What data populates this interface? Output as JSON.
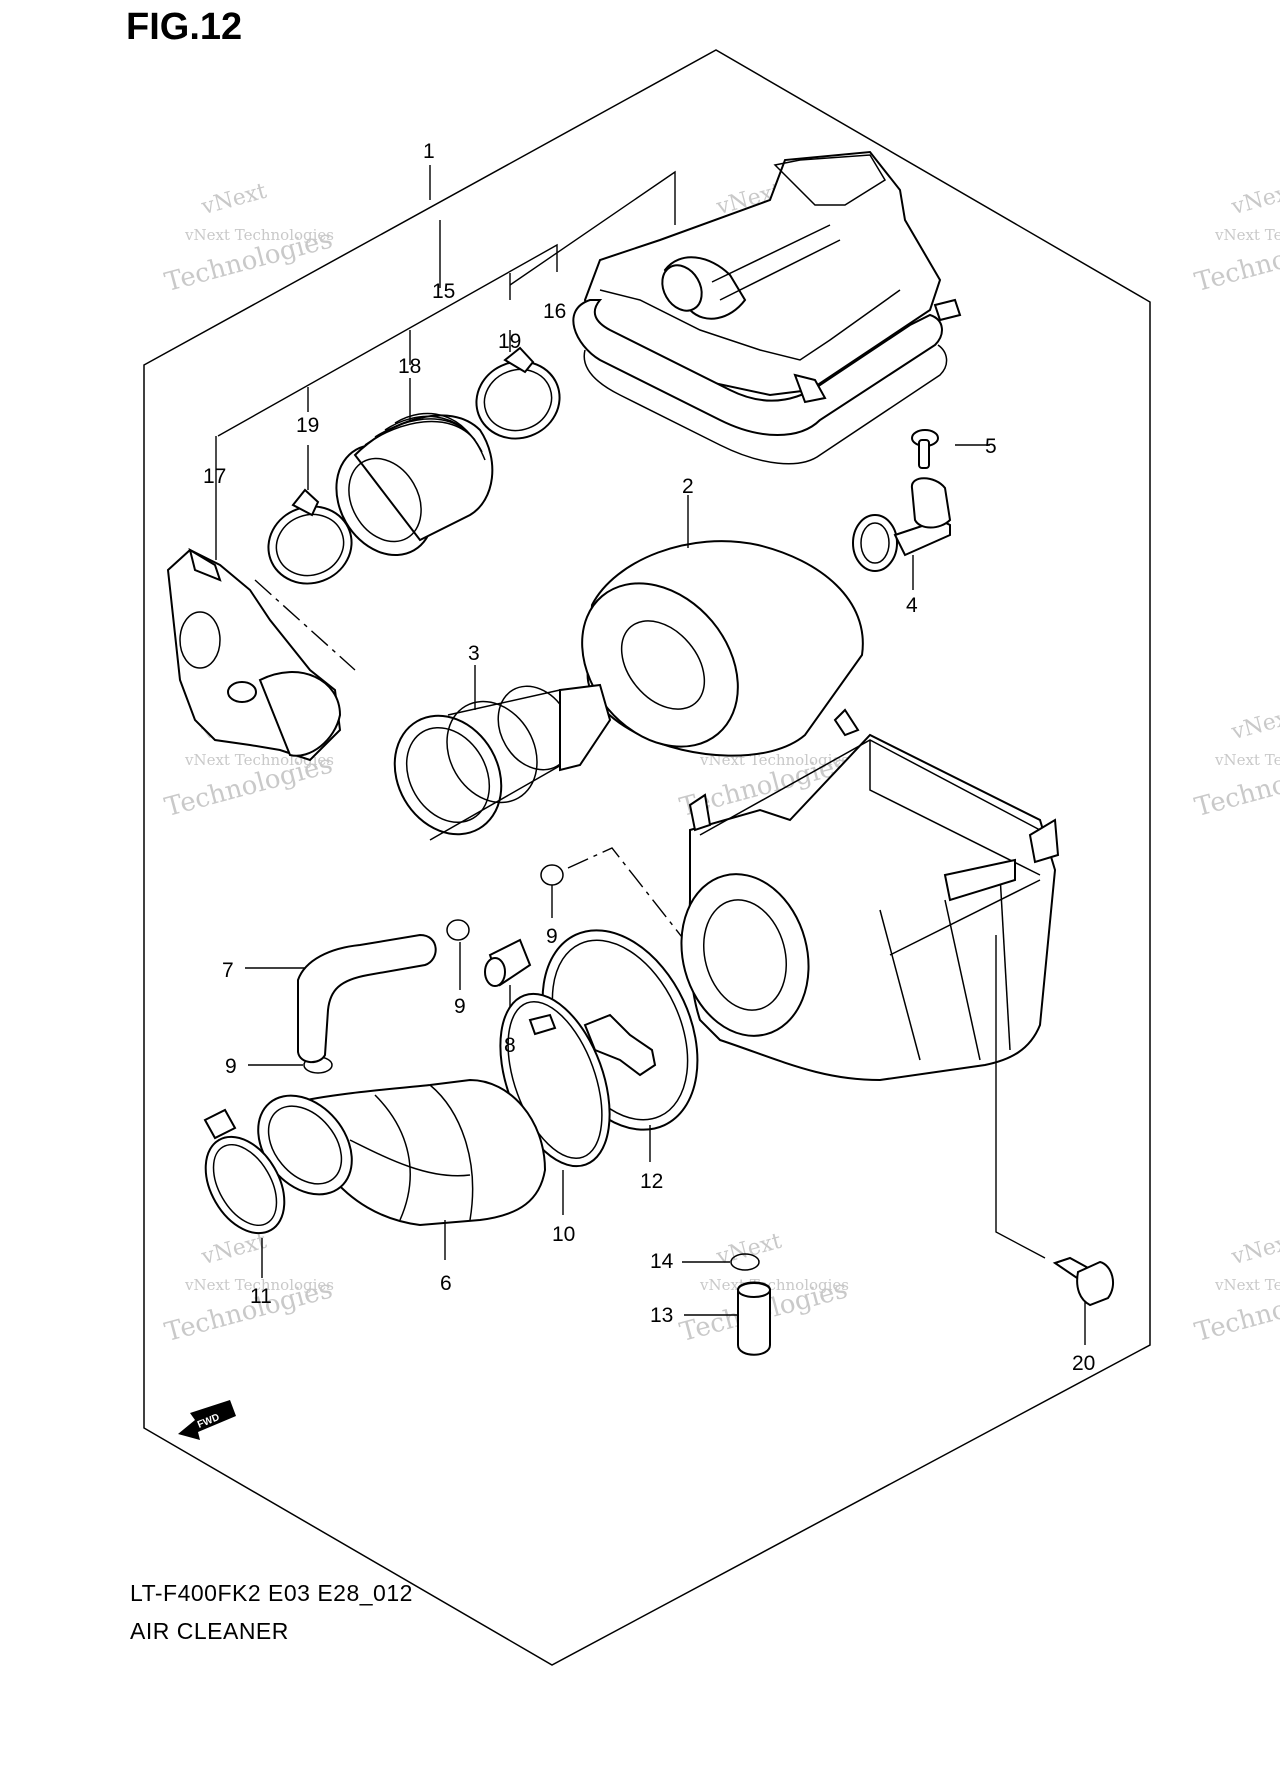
{
  "figure": {
    "title": "FIG.12",
    "model_code": "LT-F400FK2 E03 E28_012",
    "section_name": "AIR CLEANER"
  },
  "watermark": {
    "line1": "vNext",
    "line2": "vNext Technologies",
    "line3": "Technologies"
  },
  "fwd_label": "FWD",
  "callouts": [
    {
      "id": "1",
      "label": "1"
    },
    {
      "id": "2",
      "label": "2"
    },
    {
      "id": "3",
      "label": "3"
    },
    {
      "id": "4",
      "label": "4"
    },
    {
      "id": "5",
      "label": "5"
    },
    {
      "id": "6",
      "label": "6"
    },
    {
      "id": "7",
      "label": "7"
    },
    {
      "id": "8",
      "label": "8"
    },
    {
      "id": "9a",
      "label": "9"
    },
    {
      "id": "9b",
      "label": "9"
    },
    {
      "id": "9c",
      "label": "9"
    },
    {
      "id": "10",
      "label": "10"
    },
    {
      "id": "11",
      "label": "11"
    },
    {
      "id": "12",
      "label": "12"
    },
    {
      "id": "13",
      "label": "13"
    },
    {
      "id": "14",
      "label": "14"
    },
    {
      "id": "15",
      "label": "15"
    },
    {
      "id": "16",
      "label": "16"
    },
    {
      "id": "17",
      "label": "17"
    },
    {
      "id": "18",
      "label": "18"
    },
    {
      "id": "19a",
      "label": "19"
    },
    {
      "id": "19b",
      "label": "19"
    },
    {
      "id": "20",
      "label": "20"
    }
  ]
}
